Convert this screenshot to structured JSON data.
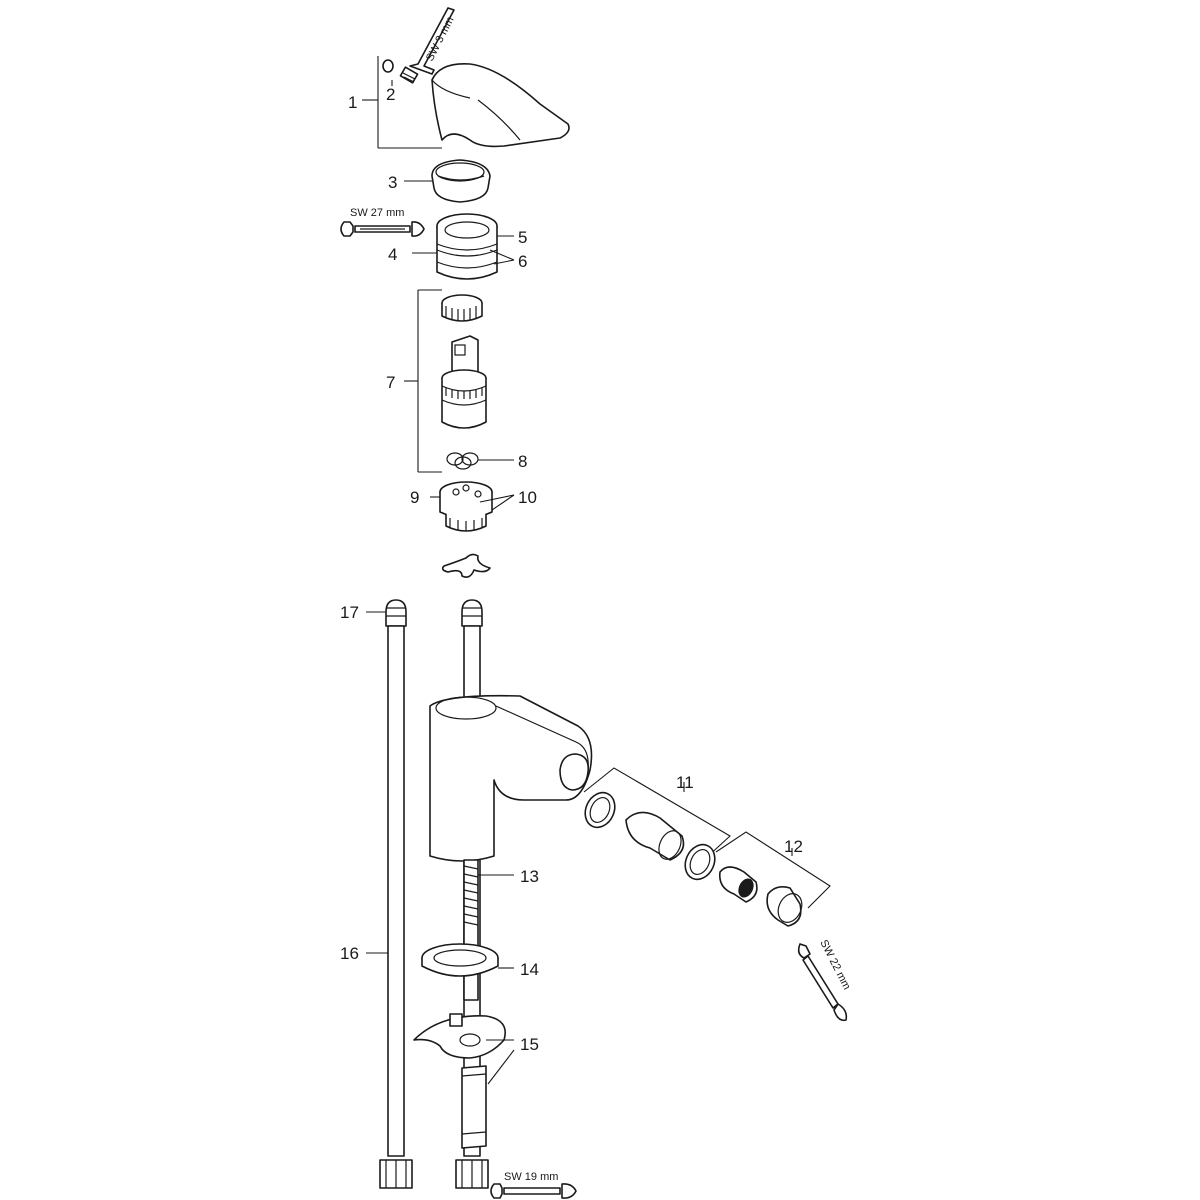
{
  "labels": {
    "p1": "1",
    "p2": "2",
    "p3": "3",
    "p4": "4",
    "p5": "5",
    "p6": "6",
    "p7": "7",
    "p8": "8",
    "p9": "9",
    "p10": "10",
    "p11": "11",
    "p12": "12",
    "p13": "13",
    "p14": "14",
    "p15": "15",
    "p16": "16",
    "p17": "17"
  },
  "tools": {
    "hex_key": "SW 3 mm",
    "wrench_cartridge_nut": "SW 27 mm",
    "wrench_aerator": "SW 22 mm",
    "wrench_supply_hose": "SW 19 mm"
  },
  "icons": [
    "hex-key-icon",
    "open-end-wrench-icon"
  ],
  "colors": {
    "line": "#1a1a1a",
    "background": "#ffffff"
  }
}
